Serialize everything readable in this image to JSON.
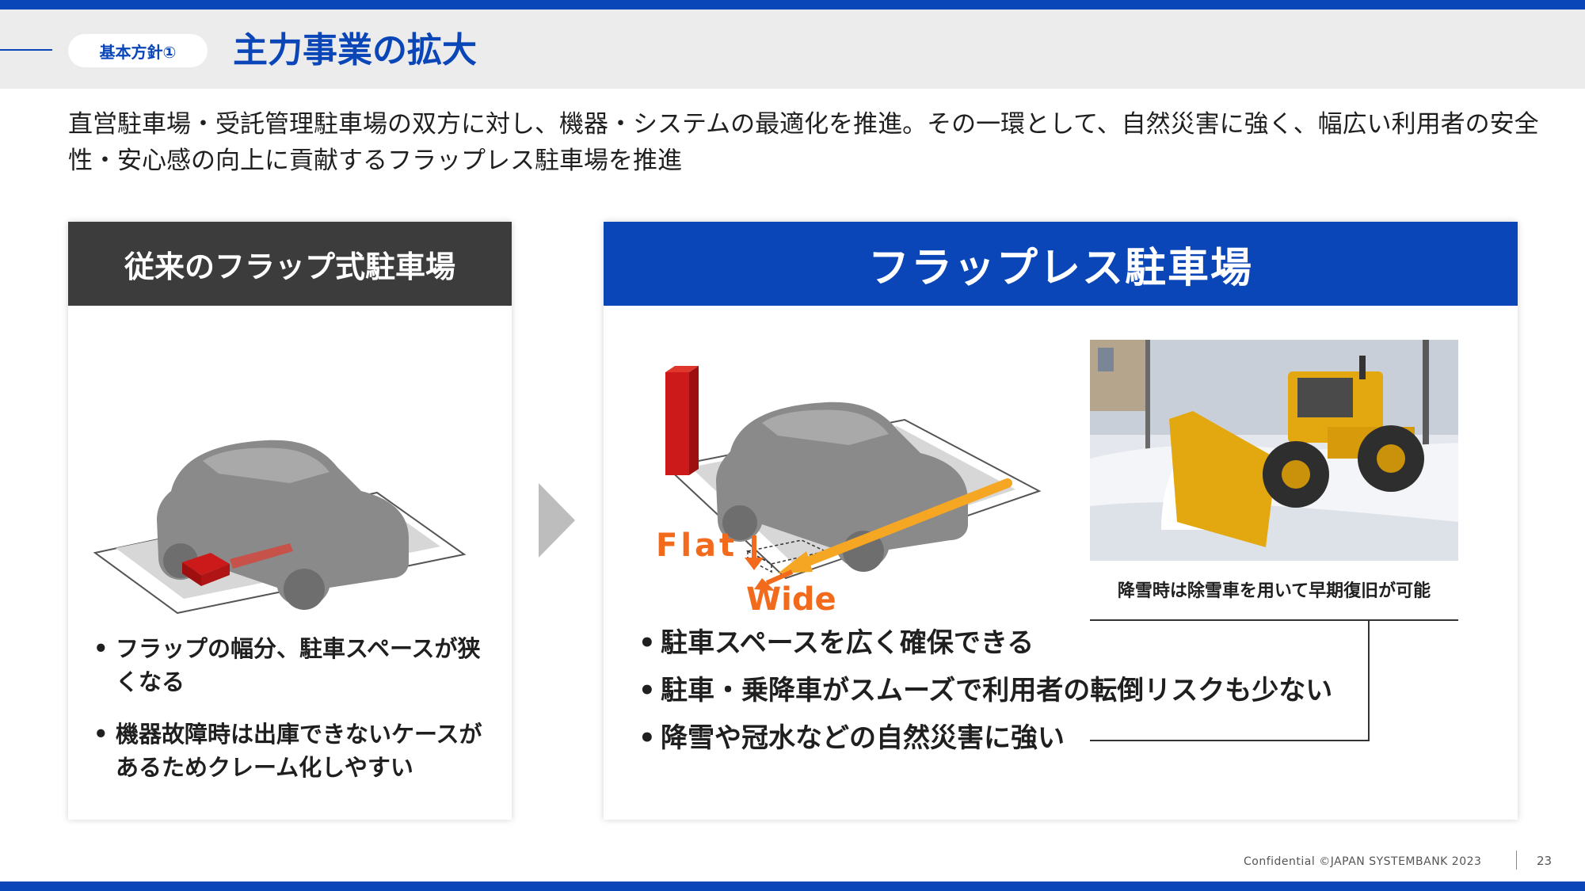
{
  "header": {
    "badge": "基本方針①",
    "title": "主力事業の拡大"
  },
  "lead": "直営駐車場・受託管理駐車場の双方に対し、機器・システムの最適化を推進。その一環として、自然災害に強く、幅広い利用者の安全性・安心感の向上に貢献するフラップレス駐車場を推進",
  "left_panel": {
    "title": "従来のフラップ式駐車場",
    "bullets": [
      "フラップの幅分、駐車スペースが狭くなる",
      "機器故障時は出庫できないケースがあるためクレーム化しやすい"
    ]
  },
  "right_panel": {
    "title": "フラップレス駐車場",
    "illustration_labels": {
      "flat": "Flat",
      "wide": "Wide"
    },
    "photo_caption": "降雪時は除雪車を用いて早期復旧が可能",
    "bullets": [
      "駐車スペースを広く確保できる",
      "駐車・乗降車がスムーズで利用者の転倒リスクも少ない",
      "降雪や冠水などの自然災害に強い"
    ]
  },
  "footer": {
    "text": "Confidential ©JAPAN SYSTEMBANK 2023",
    "page": "23"
  },
  "colors": {
    "brand_blue": "#0a46b8",
    "dark_header": "#3c3c3c",
    "flap_red": "#cc1a1a",
    "label_orange": "#f26b1d",
    "arrow_yellow": "#f5a623"
  }
}
